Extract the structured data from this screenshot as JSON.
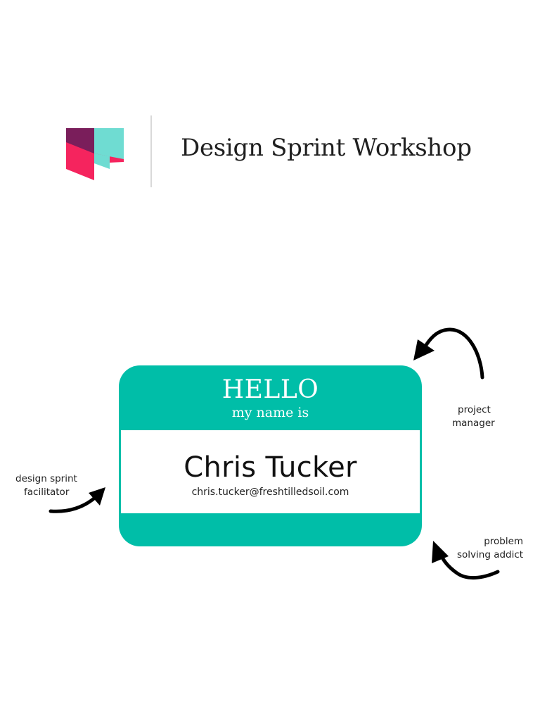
{
  "header": {
    "title": "Design Sprint Workshop",
    "logo_icon": "fresh-tilled-soil-logo-icon",
    "colors": {
      "logo_pink": "#f5245e",
      "logo_dark": "#7a1e5b",
      "logo_teal": "#6fdcd2"
    }
  },
  "name_tag": {
    "greeting": "HELLO",
    "subtitle": "my name is",
    "name": "Chris Tucker",
    "email": "chris.tucker@freshtilledsoil.com",
    "colors": {
      "band": "#00bea8",
      "body": "#ffffff"
    }
  },
  "annotations": {
    "left": [
      "design sprint",
      "facilitator"
    ],
    "right_top": [
      "project",
      "manager"
    ],
    "right_bottom": [
      "problem",
      "solving addict"
    ],
    "arrow_icon": "curved-arrow-icon"
  }
}
